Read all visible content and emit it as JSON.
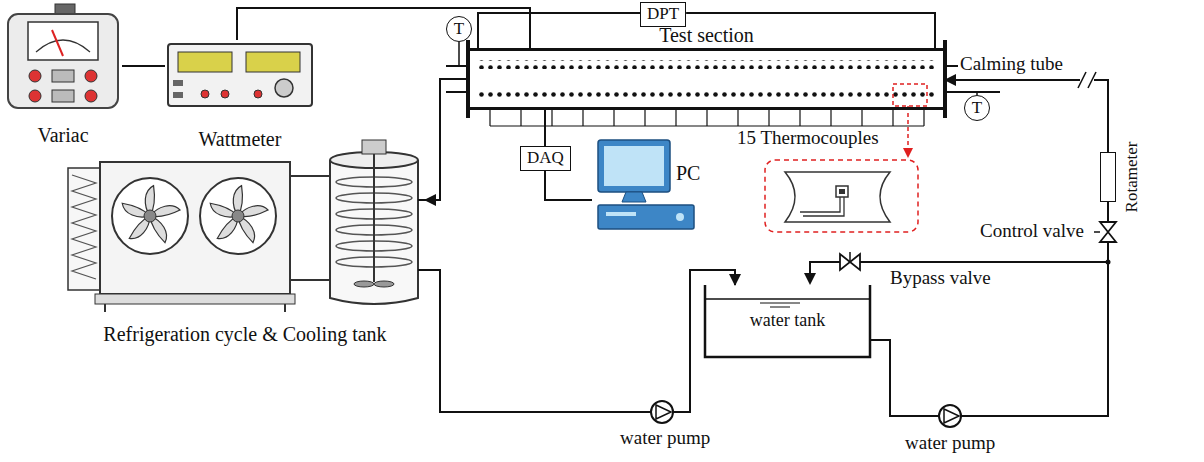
{
  "diagram": {
    "nodes": [
      {
        "text": [
          "Variac"
        ]
      },
      {
        "text": [
          "Wattmeter"
        ]
      },
      {
        "text": [
          "DPT"
        ]
      },
      {
        "text": [
          "T"
        ]
      },
      {
        "text": [
          "Test section"
        ]
      },
      {
        "text": [
          "T"
        ]
      },
      {
        "text": [
          "DAQ"
        ]
      },
      {
        "text": [
          "PC"
        ]
      },
      {
        "text": [
          "Refrigeration cycle & Cooling tank"
        ]
      },
      {
        "text": [
          "water tank"
        ]
      },
      {
        "text": [
          "Rotameter"
        ]
      }
    ],
    "edges": [
      {
        "from": 0,
        "to": 1,
        "arrow": "none"
      },
      {
        "from": 1,
        "to": 4,
        "arrow": "none"
      },
      {
        "from": 2,
        "to": 4,
        "arrow": "none"
      },
      {
        "from": 2,
        "to": 4,
        "arrow": "none"
      },
      {
        "from": 4,
        "to": 6,
        "arrow": "none"
      },
      {
        "from": 6,
        "to": 7,
        "arrow": "none"
      },
      {
        "from": 4,
        "to": 8,
        "arrow": "to"
      },
      {
        "from": 8,
        "to": 9,
        "arrow": "to"
      },
      {
        "from": 9,
        "to": 10,
        "arrow": "none"
      },
      {
        "from": 10,
        "to": 4,
        "arrow": "to"
      }
    ],
    "labels": [
      "Calming tube",
      "15 Thermocouples",
      "Control valve",
      "Bypass valve",
      "water pump",
      "water pump"
    ]
  }
}
